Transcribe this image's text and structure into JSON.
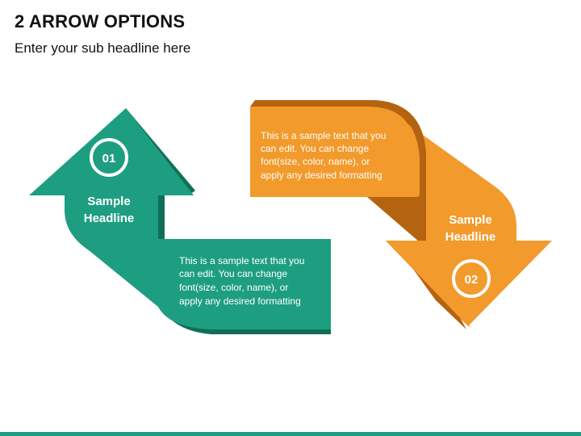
{
  "header": {
    "title": "2 ARROW OPTIONS",
    "subtitle": "Enter your sub headline here"
  },
  "colors": {
    "teal": "#1e9e80",
    "teal_dark": "#116e57",
    "orange": "#f29a2b",
    "orange_dark": "#b46310",
    "footer": "#1e9e80"
  },
  "arrows": [
    {
      "number": "01",
      "headline_line1": "Sample",
      "headline_line2": "Headline",
      "text_lines": [
        "This is a sample text that you",
        "can edit. You can change",
        "font(size, color, name), or",
        "apply any desired formatting"
      ]
    },
    {
      "number": "02",
      "headline_line1": "Sample",
      "headline_line2": "Headline",
      "text_lines": [
        "This is a sample text that you",
        "can edit. You can change",
        "font(size, color, name), or",
        "apply any desired formatting"
      ]
    }
  ]
}
